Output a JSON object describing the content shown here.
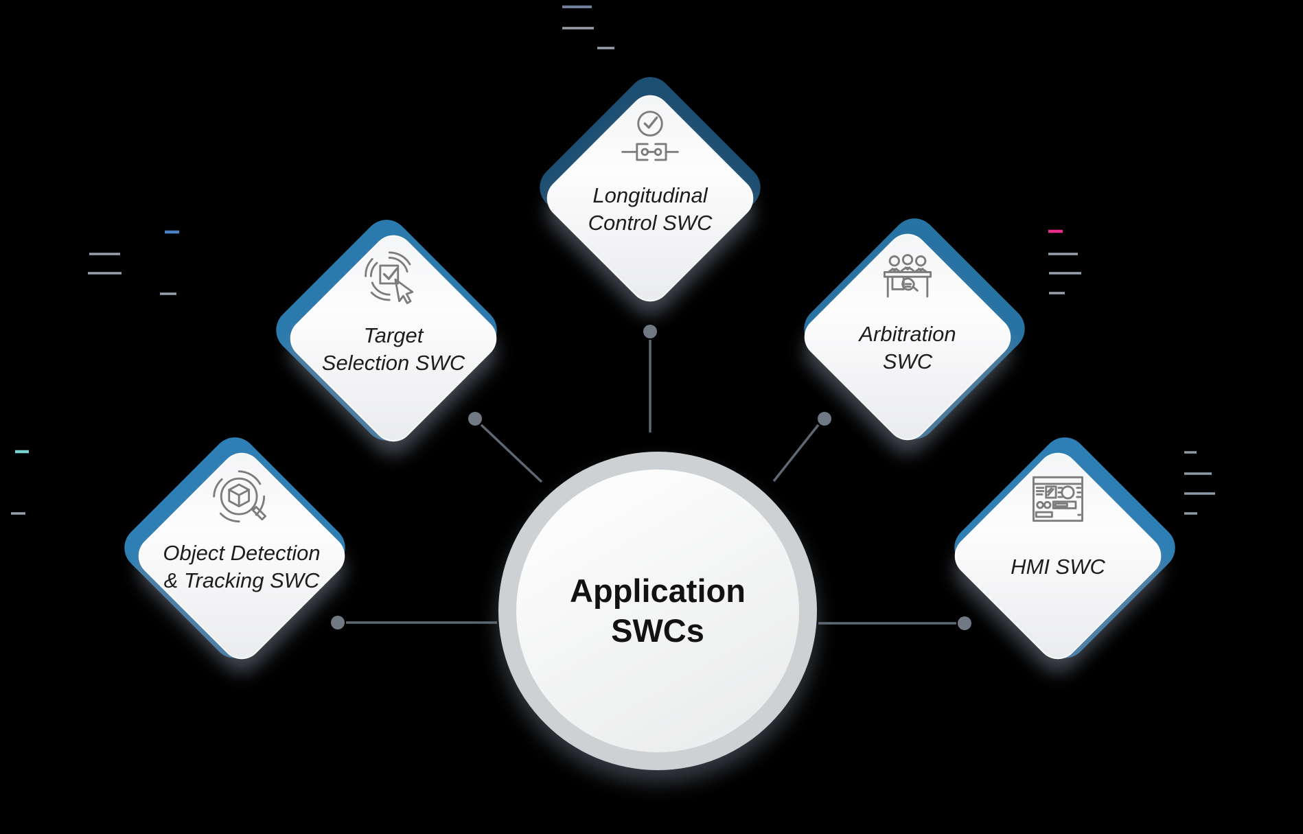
{
  "center": {
    "label": "Application\nSWCs"
  },
  "nodes": [
    {
      "id": "object-detection-tracking-swc",
      "label": "Object Detection\n& Tracking SWC",
      "accent": "#2e7fb5",
      "icon": "object-detection-magnifier-cube"
    },
    {
      "id": "target-selection-swc",
      "label": "Target\nSelection SWC",
      "accent": "#2b7aae",
      "icon": "target-selection-click-cursor"
    },
    {
      "id": "longitudinal-control-swc",
      "label": "Longitudinal\nControl SWC",
      "accent": "#1d4f72",
      "icon": "check-circle-coupling"
    },
    {
      "id": "arbitration-swc",
      "label": "Arbitration\nSWC",
      "accent": "#2673a4",
      "icon": "committee-handshake"
    },
    {
      "id": "hmi-swc",
      "label": "HMI SWC",
      "accent": "#2e7fb5",
      "icon": "dashboard-panel"
    }
  ],
  "colors": {
    "background": "#000000",
    "connector_line": "#5d6873",
    "connector_dot": "#717a84",
    "icon_stroke": "#7c7c7c",
    "circle_ring": "#cdd1d4",
    "label_text": "#1d1d1d"
  },
  "marks": {
    "top_gray": "#6f7f99",
    "gray": "#97a1ab",
    "far_gray": "#8e9aa6",
    "blue_dash": "#4a7fc4",
    "pink_dash": "#e82c8c",
    "teal_dash": "#79d2d2"
  }
}
